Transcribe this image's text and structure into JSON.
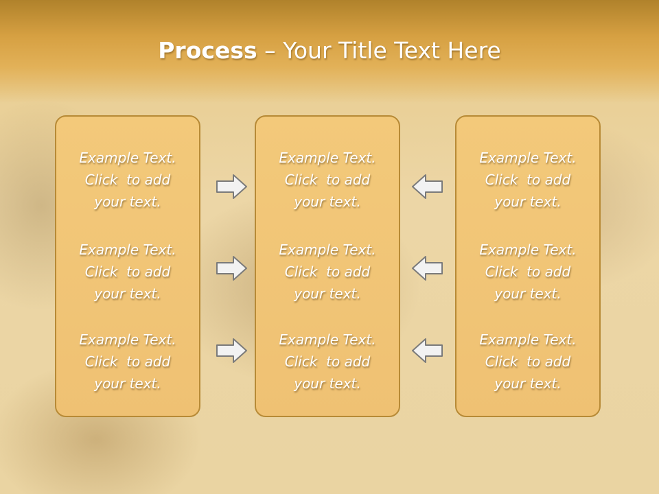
{
  "slide": {
    "title_bold": "Process",
    "title_rest": " – Your Title Text Here"
  },
  "columns": [
    {
      "cells": [
        {
          "line1": "Example Text.",
          "line2": "Click  to add",
          "line3": "your text."
        },
        {
          "line1": "Example Text.",
          "line2": "Click  to add",
          "line3": "your text."
        },
        {
          "line1": "Example Text.",
          "line2": "Click  to add",
          "line3": "your text."
        }
      ]
    },
    {
      "cells": [
        {
          "line1": "Example Text.",
          "line2": "Click  to add",
          "line3": "your text."
        },
        {
          "line1": "Example Text.",
          "line2": "Click  to add",
          "line3": "your text."
        },
        {
          "line1": "Example Text.",
          "line2": "Click  to add",
          "line3": "your text."
        }
      ]
    },
    {
      "cells": [
        {
          "line1": "Example Text.",
          "line2": "Click  to add",
          "line3": "your text."
        },
        {
          "line1": "Example Text.",
          "line2": "Click  to add",
          "line3": "your text."
        },
        {
          "line1": "Example Text.",
          "line2": "Click  to add",
          "line3": "your text."
        }
      ]
    }
  ],
  "icons": {
    "left_arrows": "arrow-right-icon",
    "right_arrows": "arrow-left-icon"
  },
  "colors": {
    "box_fill": "#f1c577",
    "box_border": "#b78a36",
    "arrow_fill": "#f2f2f2",
    "arrow_stroke": "#7a7a7a"
  }
}
